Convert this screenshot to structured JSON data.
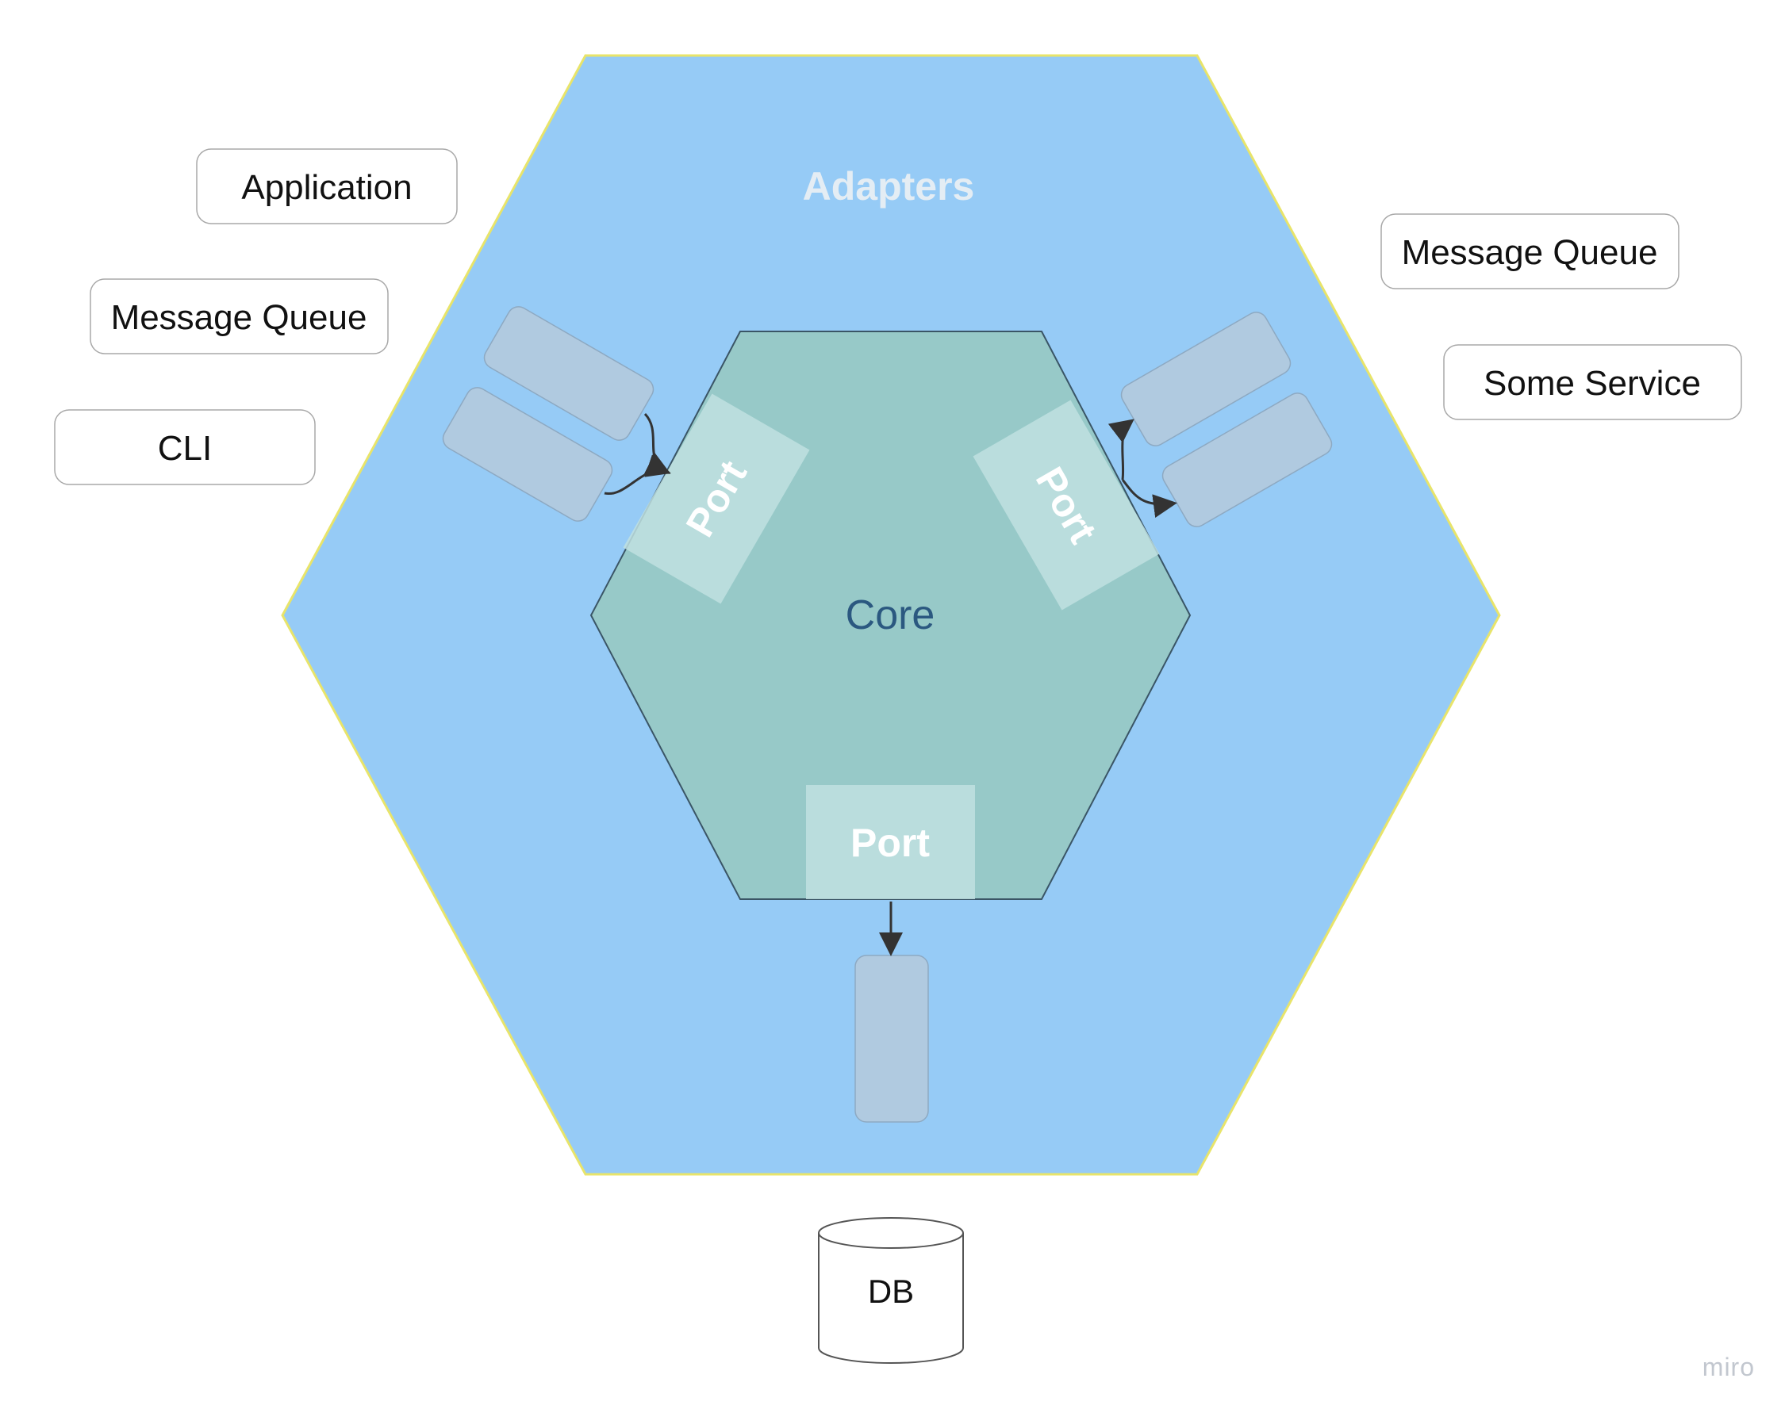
{
  "diagram": {
    "adapters_label": "Adapters",
    "core_label": "Core",
    "ports": [
      {
        "label": "Port"
      },
      {
        "label": "Port"
      },
      {
        "label": "Port"
      }
    ],
    "left_actors": [
      {
        "label": "Application"
      },
      {
        "label": "Message Queue"
      },
      {
        "label": "CLI"
      }
    ],
    "right_actors": [
      {
        "label": "Message Queue"
      },
      {
        "label": "Some Service"
      }
    ],
    "database": {
      "label": "DB"
    },
    "watermark": "miro"
  },
  "colors": {
    "adapters_fill": "#96cbf6",
    "adapters_border": "#e8e46a",
    "core_fill": "#97c9c8",
    "core_border": "#3a5566",
    "port_fill": "#c0e0e0",
    "adapter_box_fill": "#b0cae0",
    "adapters_title": "#e4edf4",
    "core_text": "#2b5880",
    "watermark": "#c2c7cf"
  }
}
